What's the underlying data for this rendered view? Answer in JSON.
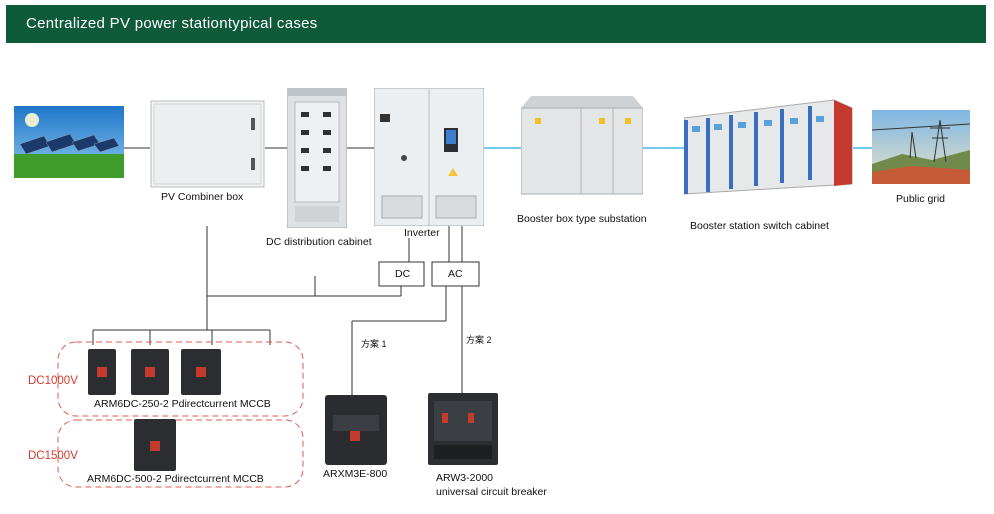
{
  "header": {
    "title": "Centralized PV power stationtypical cases"
  },
  "equipment": {
    "pv_combiner": "PV Combiner box",
    "dc_distribution": "DC distribution cabinet",
    "inverter": "Inverter",
    "booster_box": "Booster box type substation",
    "booster_switch": "Booster station switch cabinet",
    "public_grid": "Public grid"
  },
  "branches": {
    "dc": "DC",
    "ac": "AC",
    "plan1": "方案 1",
    "plan2": "方案 2"
  },
  "products": {
    "mccb_250": "ARM6DC-250-2 Pdirectcurrent MCCB",
    "mccb_500": "ARM6DC-500-2 Pdirectcurrent MCCB",
    "arxm3": "ARXM3E-800",
    "arw3_line1": "ARW3-2000",
    "arw3_line2": "universal circuit breaker"
  },
  "voltage": {
    "dc1000": "DC1000V",
    "dc1500": "DC1500V"
  }
}
